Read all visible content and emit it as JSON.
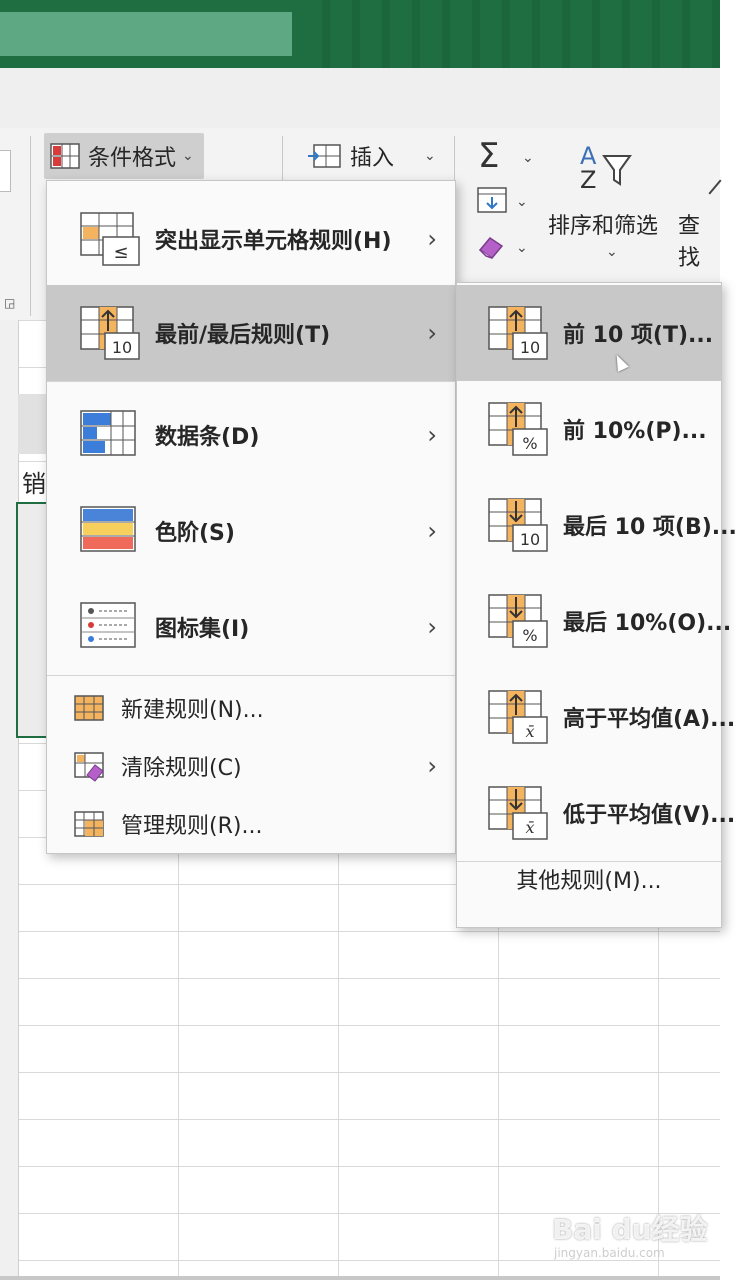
{
  "ribbon": {
    "conditional_format_label": "条件格式",
    "insert_label": "插入",
    "sort_filter_label": "排序和筛选",
    "find_label": "查找"
  },
  "sheet": {
    "partial_header": "销"
  },
  "main_menu": {
    "items": [
      {
        "label": "突出显示单元格规则(H)",
        "has_submenu": true
      },
      {
        "label": "最前/最后规则(T)",
        "has_submenu": true,
        "highlighted": true
      },
      {
        "label": "数据条(D)",
        "has_submenu": true
      },
      {
        "label": "色阶(S)",
        "has_submenu": true
      },
      {
        "label": "图标集(I)",
        "has_submenu": true
      },
      {
        "label": "新建规则(N)...",
        "has_submenu": false
      },
      {
        "label": "清除规则(C)",
        "has_submenu": true
      },
      {
        "label": "管理规则(R)...",
        "has_submenu": false
      }
    ]
  },
  "sub_menu": {
    "items": [
      {
        "label": "前 10 项(T)...",
        "badge": "10",
        "highlighted": true
      },
      {
        "label": "前 10%(P)...",
        "badge": "%"
      },
      {
        "label": "最后 10 项(B)...",
        "badge": "10"
      },
      {
        "label": "最后 10%(O)...",
        "badge": "%"
      },
      {
        "label": "高于平均值(A)...",
        "badge": "x̄"
      },
      {
        "label": "低于平均值(V)...",
        "badge": "x̄"
      }
    ],
    "more": "其他规则(M)..."
  },
  "watermark": {
    "brand": "Bai du经验",
    "url": "jingyan.baidu.com"
  },
  "colors": {
    "excel_green": "#1e6e42",
    "highlight": "#c8c8c8",
    "bar_blue": "#3b7dd8",
    "orange": "#f4b35e"
  }
}
